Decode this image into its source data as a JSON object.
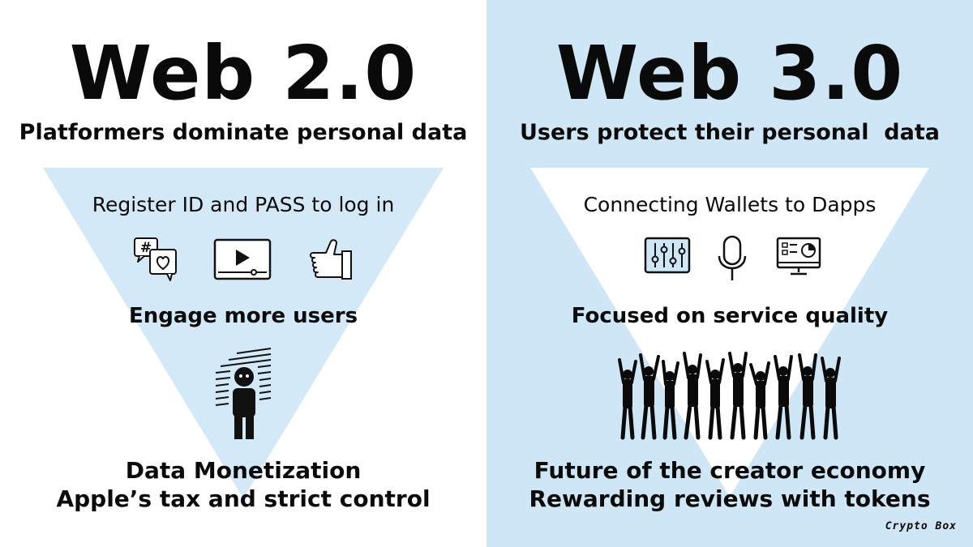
{
  "left": {
    "title": "Web 2.0",
    "subtitle": "Platformers dominate personal data",
    "label_top": "Register ID and PASS to log in",
    "icons": [
      "hashtag-heart-chat-icon",
      "video-player-icon",
      "thumbs-up-icon"
    ],
    "label_mid": "Engage more users",
    "figure": "confined-person-icon",
    "label_bottom": [
      "Data Monetization",
      "Apple’s tax and strict control"
    ],
    "triangle_color": "#d3e9f8",
    "background": "#ffffff"
  },
  "right": {
    "title": "Web 3.0",
    "subtitle": "Users protect their personal  data",
    "label_top": "Connecting Wallets to Dapps",
    "icons": [
      "mixer-sliders-icon",
      "microphone-icon",
      "dashboard-monitor-icon"
    ],
    "label_mid": "Focused on service quality",
    "figure": "cheering-crowd-icon",
    "label_bottom": [
      "Future of the creator economy",
      "Rewarding reviews with tokens"
    ],
    "triangle_color": "#ffffff",
    "background": "#cfe6f7"
  },
  "brand": "Crypto Box"
}
